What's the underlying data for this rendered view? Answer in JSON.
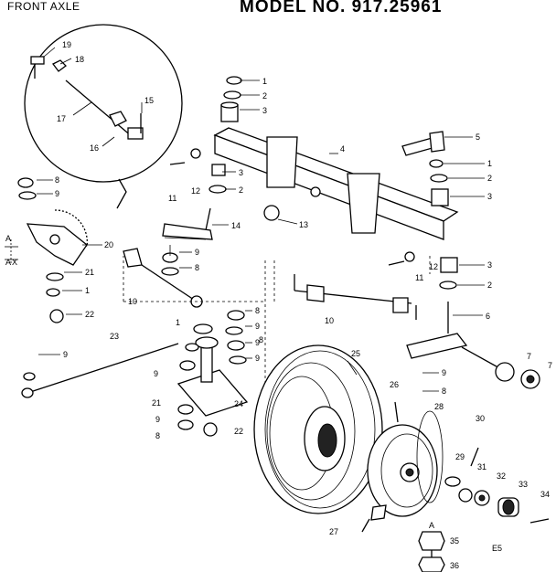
{
  "header": {
    "section_title": "FRONT AXLE",
    "model_title": "MODEL NO. 917.25961"
  },
  "diagram": {
    "callouts": [
      {
        "id": "c1a",
        "text": "1"
      },
      {
        "id": "c2a",
        "text": "2"
      },
      {
        "id": "c3a",
        "text": "3"
      },
      {
        "id": "c4",
        "text": "4"
      },
      {
        "id": "c5",
        "text": "5"
      },
      {
        "id": "c1b",
        "text": "1"
      },
      {
        "id": "c2b",
        "text": "2"
      },
      {
        "id": "c3b",
        "text": "3"
      },
      {
        "id": "c3c",
        "text": "3"
      },
      {
        "id": "c2c",
        "text": "2"
      },
      {
        "id": "c12a",
        "text": "12"
      },
      {
        "id": "c11a",
        "text": "11"
      },
      {
        "id": "c13",
        "text": "13"
      },
      {
        "id": "c14",
        "text": "14"
      },
      {
        "id": "c12b",
        "text": "12"
      },
      {
        "id": "c3d",
        "text": "3"
      },
      {
        "id": "c11b",
        "text": "11"
      },
      {
        "id": "c2d",
        "text": "2"
      },
      {
        "id": "c6",
        "text": "6"
      },
      {
        "id": "c7a",
        "text": "7"
      },
      {
        "id": "c7b",
        "text": "7"
      },
      {
        "id": "c8a",
        "text": "8"
      },
      {
        "id": "c9a",
        "text": "9"
      },
      {
        "id": "c20",
        "text": "20"
      },
      {
        "id": "c21a",
        "text": "21"
      },
      {
        "id": "c1c",
        "text": "1"
      },
      {
        "id": "c22a",
        "text": "22"
      },
      {
        "id": "c10a",
        "text": "10"
      },
      {
        "id": "c9b",
        "text": "9"
      },
      {
        "id": "c8b",
        "text": "8"
      },
      {
        "id": "c10b",
        "text": "10"
      },
      {
        "id": "c8c",
        "text": "8"
      },
      {
        "id": "c9c",
        "text": "9"
      },
      {
        "id": "c1d",
        "text": "1"
      },
      {
        "id": "c9d",
        "text": "9"
      },
      {
        "id": "c8d",
        "text": "8"
      },
      {
        "id": "c9e",
        "text": "9"
      },
      {
        "id": "c23",
        "text": "23"
      },
      {
        "id": "c9f",
        "text": "9"
      },
      {
        "id": "c9g",
        "text": "9"
      },
      {
        "id": "c21b",
        "text": "21"
      },
      {
        "id": "c24",
        "text": "24"
      },
      {
        "id": "c9h",
        "text": "9"
      },
      {
        "id": "c8e",
        "text": "8"
      },
      {
        "id": "c22b",
        "text": "22"
      },
      {
        "id": "c25",
        "text": "25"
      },
      {
        "id": "c26",
        "text": "26"
      },
      {
        "id": "c9i",
        "text": "9"
      },
      {
        "id": "c8f",
        "text": "8"
      },
      {
        "id": "c28",
        "text": "28"
      },
      {
        "id": "c30",
        "text": "30"
      },
      {
        "id": "c29",
        "text": "29"
      },
      {
        "id": "c31",
        "text": "31"
      },
      {
        "id": "c32",
        "text": "32"
      },
      {
        "id": "c33",
        "text": "33"
      },
      {
        "id": "c34",
        "text": "34"
      },
      {
        "id": "c27",
        "text": "27"
      },
      {
        "id": "c35",
        "text": "35"
      },
      {
        "id": "c36",
        "text": "36"
      },
      {
        "id": "cA",
        "text": "A"
      },
      {
        "id": "cE5",
        "text": "E5"
      },
      {
        "id": "c19",
        "text": "19"
      },
      {
        "id": "c18",
        "text": "18"
      },
      {
        "id": "c15",
        "text": "15"
      },
      {
        "id": "c17",
        "text": "17"
      },
      {
        "id": "c16",
        "text": "16"
      },
      {
        "id": "cAA1",
        "text": "A"
      },
      {
        "id": "cAA2",
        "text": "A"
      },
      {
        "id": "cAX",
        "text": "X"
      }
    ]
  }
}
